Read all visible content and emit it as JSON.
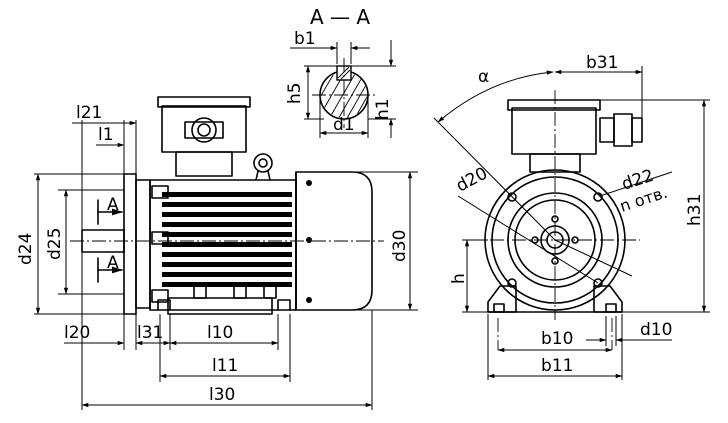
{
  "section_title": "A — A",
  "section_marks": [
    "A",
    "A"
  ],
  "labels": {
    "b1": "b1",
    "h5": "h5",
    "d1": "d1",
    "h1": "h1",
    "l21": "l21",
    "l1": "l1",
    "d24": "d24",
    "d25": "d25",
    "d30": "d30",
    "l20": "l20",
    "l31": "l31",
    "l10": "l10",
    "l11": "l11",
    "l30": "l30",
    "alpha": "α",
    "b31": "b31",
    "h31": "h31",
    "d20": "d20",
    "d22": "d22",
    "n_otv": "n отв.",
    "h": "h",
    "b10": "b10",
    "d10": "d10",
    "b11": "b11"
  }
}
